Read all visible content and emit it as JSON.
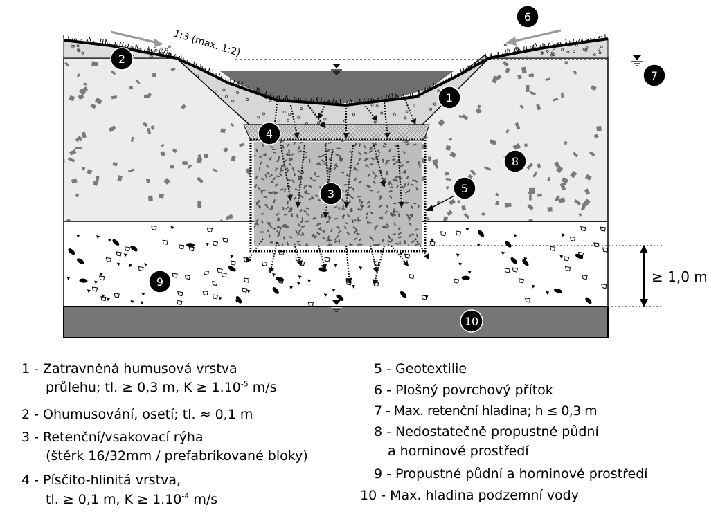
{
  "diagram": {
    "slope_label": "1:3  (max. 1:2)",
    "depth_label": "≥ 1,0 m",
    "markers": [
      "1",
      "2",
      "3",
      "4",
      "5",
      "6",
      "7",
      "8",
      "9",
      "10"
    ]
  },
  "legend": {
    "l1a": "1 - Zatravněná humusová vrstva",
    "l1b": "průlehu; tl. ≥ 0,3 m, K ≥ 1.10",
    "l1b_exp": "-5",
    "l1b_unit": " m/s",
    "l2": "2 - Ohumusování, osetí; tl. ≈ 0,1 m",
    "l3a": "3 - Retenční/vsakovací rýha",
    "l3b": "(štěrk 16/32mm / prefabrikované bloky)",
    "l4a": "4 - Písčito-hlinitá vrstva,",
    "l4b": "tl. ≥ 0,1 m, K ≥ 1.10",
    "l4b_exp": "-4",
    "l4b_unit": " m/s",
    "l5": "5 - Geotextilie",
    "l6": "6 - Plošný povrchový přítok",
    "l7": "7 - Max. retenční hladina; h ≤ 0,3 m",
    "l8a": "8 - Nedostatečně propustné půdní",
    "l8b": "a horninové prostředí",
    "l9": "9 - Propustné půdní a horninové prostředí",
    "l10": "10 - Max. hladina podzemní vody"
  }
}
